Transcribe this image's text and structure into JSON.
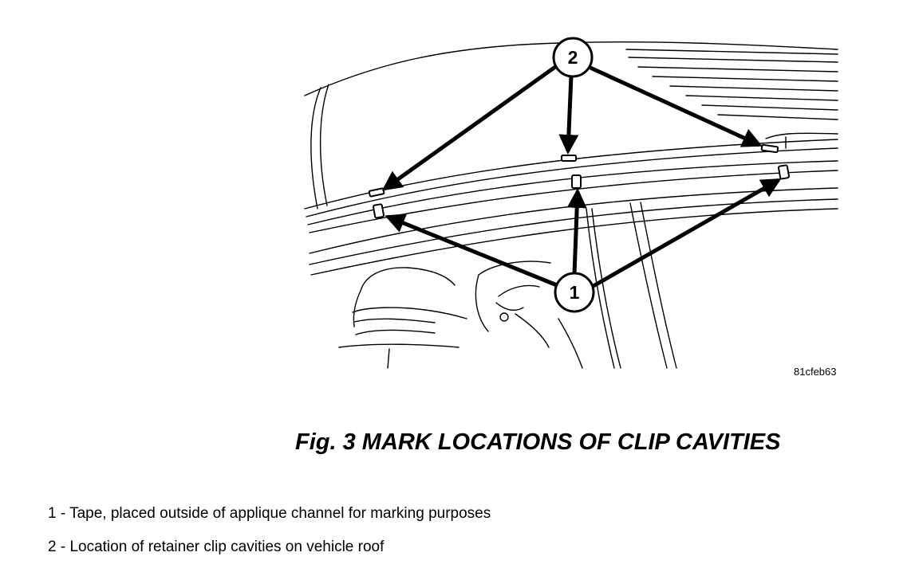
{
  "figure": {
    "art_id": "81cfeb63",
    "caption": "Fig. 3 MARK LOCATIONS OF CLIP CAVITIES"
  },
  "callouts": [
    {
      "number": "1"
    },
    {
      "number": "2"
    }
  ],
  "legend": [
    {
      "text": "1 - Tape, placed outside of applique channel for marking purposes"
    },
    {
      "text": "2 - Location of retainer clip cavities on vehicle roof"
    }
  ]
}
